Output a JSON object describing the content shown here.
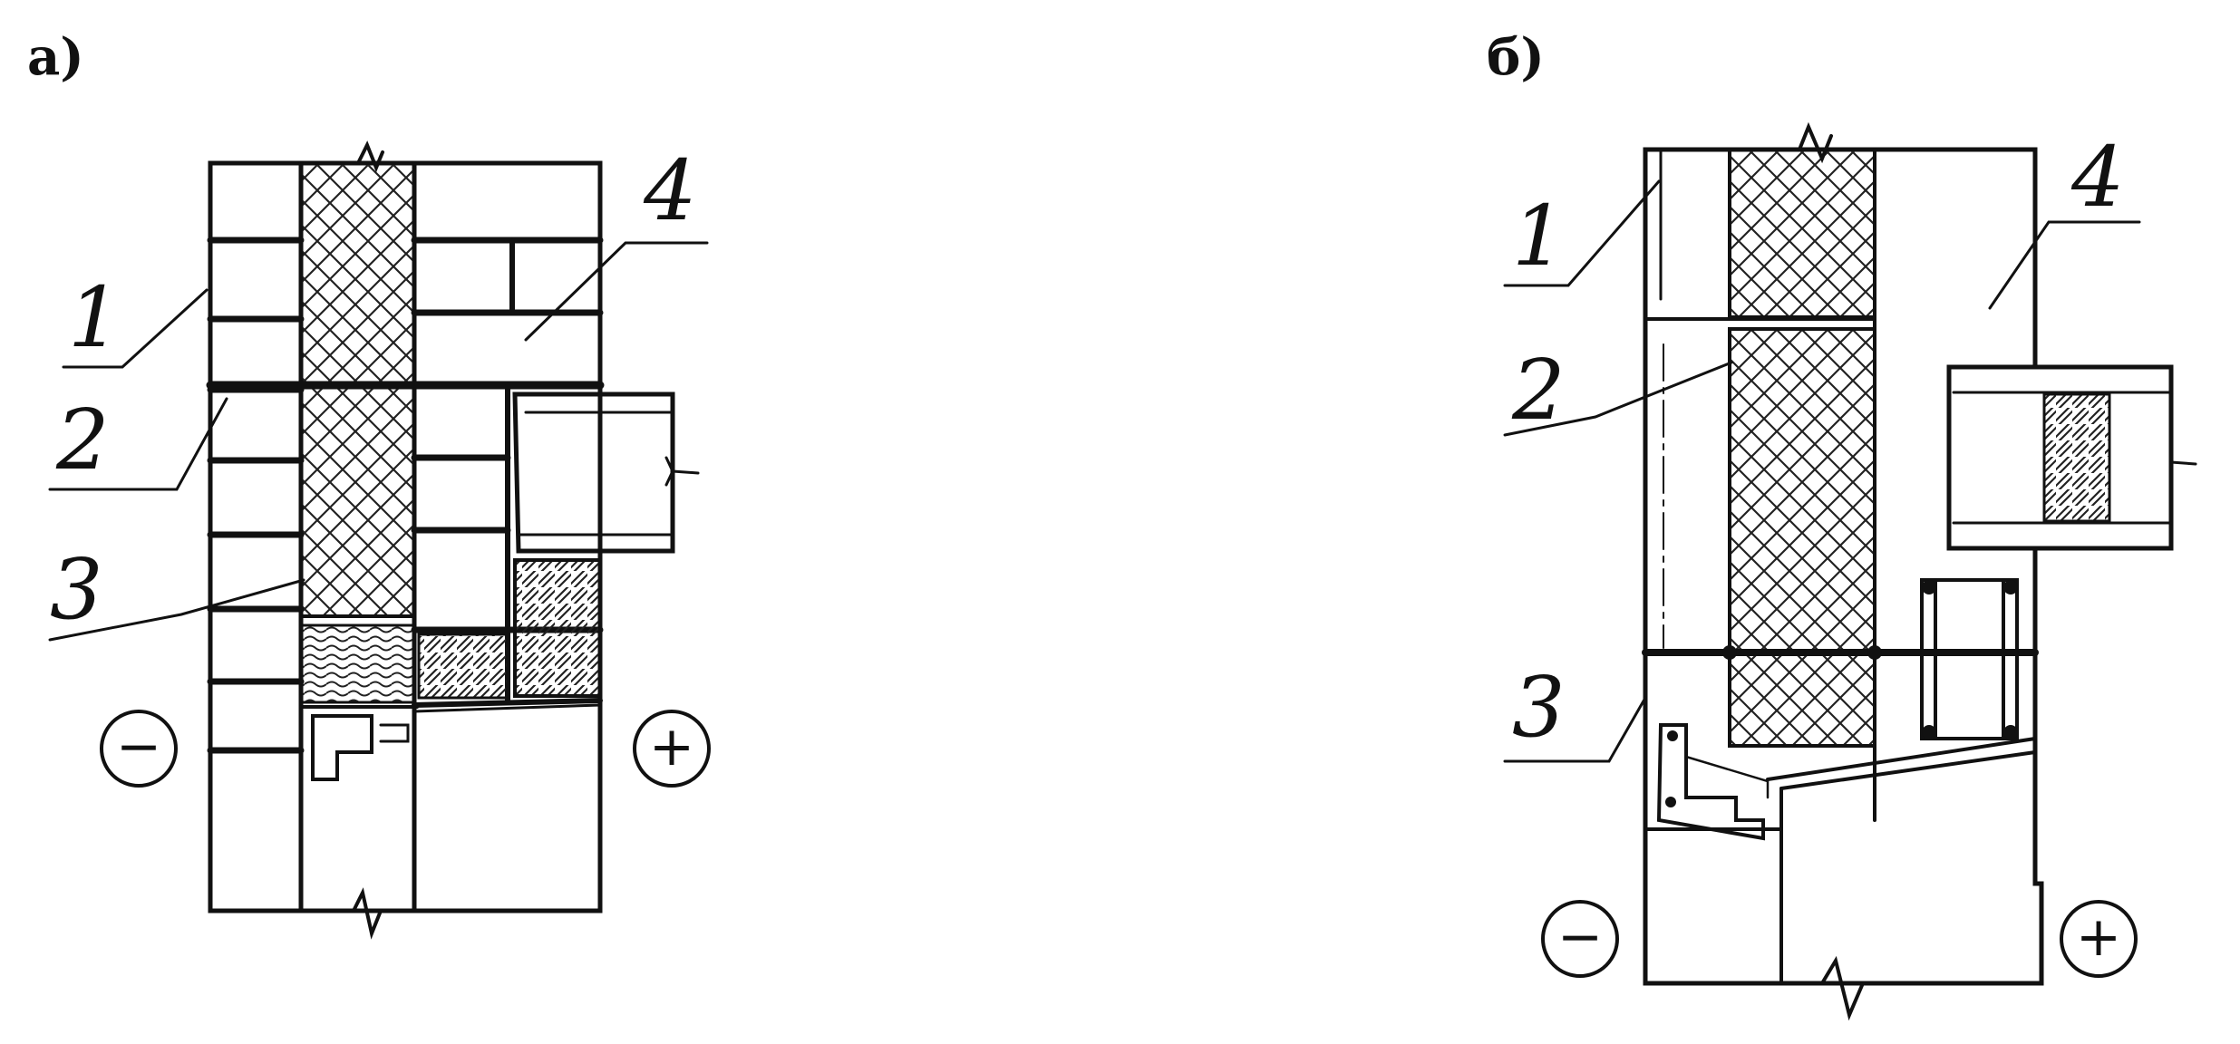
{
  "panels": [
    {
      "id": "a",
      "letter": "а)",
      "labels": [
        "1",
        "2",
        "3",
        "4"
      ],
      "signs": [
        "−",
        "+"
      ]
    },
    {
      "id": "b",
      "letter": "б)",
      "labels": [
        "1",
        "2",
        "3",
        "4"
      ],
      "signs": [
        "−",
        "+"
      ]
    }
  ]
}
